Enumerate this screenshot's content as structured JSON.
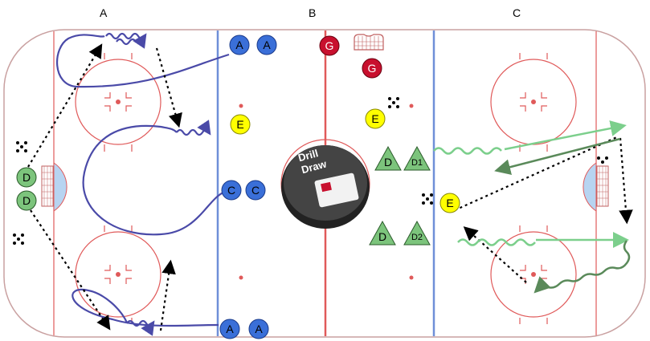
{
  "zone_labels": [
    "A",
    "B",
    "C"
  ],
  "players": {
    "defense_left": [
      "D",
      "D"
    ],
    "forwards_top": [
      "A",
      "A"
    ],
    "forwards_mid": [
      "C",
      "C"
    ],
    "forwards_bottom": [
      "A",
      "A"
    ],
    "goalies": [
      "G",
      "G"
    ],
    "extras_center": [
      "E"
    ],
    "extras_left_top": [
      "E"
    ],
    "extras_right": [
      "E"
    ],
    "pylons": [
      "D",
      "D1",
      "D",
      "D2"
    ]
  },
  "logo": {
    "line1": "Drill",
    "line2": "Draw"
  },
  "colors": {
    "ice": "#ffffff",
    "red_line": "#e05a5a",
    "blue_line": "#6f8fd8",
    "crease": "#b7d4f1",
    "offense": "#3a6fd8",
    "extra": "#ffff00",
    "goalie": "#c8102e",
    "defense": "#7cc47c",
    "path_blue": "#4a4aa8",
    "path_green_light": "#7ccf8c",
    "path_green_dark": "#5a8a5a",
    "pass": "#000000"
  },
  "icons": [
    "puck-stack-icon",
    "goal-net-icon",
    "drilldraw-puck-logo"
  ]
}
